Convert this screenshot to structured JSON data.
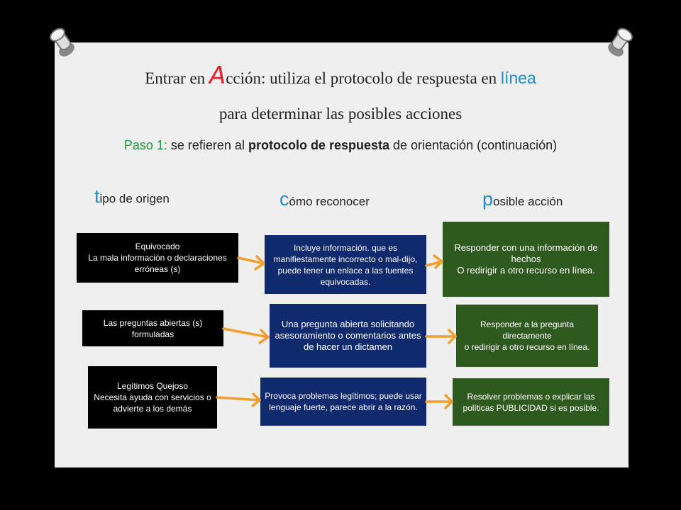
{
  "title": {
    "line1_pre": "Entrar en ",
    "line1_big": "A",
    "line1_mid": "cción: utiliza el protocolo de respuesta en ",
    "line1_blue": "línea",
    "line2": "para determinar las posibles acciones"
  },
  "subtitle": {
    "paso": "Paso 1:",
    "part1": " se refieren al ",
    "bold": "protocolo de respuesta",
    "part2": " de orientación (continuación)"
  },
  "columns": {
    "origin": {
      "cap": "t",
      "rest": "ipo de origen"
    },
    "recognize": {
      "cap": "c",
      "rest": "ómo reconocer"
    },
    "action": {
      "cap": "p",
      "rest": "osible acción"
    }
  },
  "rows": [
    {
      "origin": "Equivocado\nLa mala información o declaraciones erróneas (s)",
      "recognize": "Incluye información. que es manifiestamente incorrecto o mal-dijo, puede tener un enlace a las fuentes equivocadas.",
      "action": "Responder con una información de hechos\nO redirigir a otro recurso en línea."
    },
    {
      "origin": "Las preguntas abiertas (s) formuladas",
      "recognize": "Una pregunta abierta solicitando asesoramiento o comentarios antes de hacer un dictamen",
      "action": "Responder a la pregunta directamente\no redirigir a otro recurso en línea."
    },
    {
      "origin": "Legítimos Quejoso\nNecesita ayuda con servicios o advierte a los demás",
      "recognize": "Provoca problemas legítimos; puede usar lenguaje fuerte, parece abrir a la razón.",
      "action": "Resolver problemas o explicar las políticas PUBLICIDAD si es posible."
    }
  ],
  "colors": {
    "origin_box": "#000000",
    "recognize_box": "#102a6e",
    "action_box": "#2f5a1f",
    "arrow": "#f0a030",
    "accent_blue": "#1a8fd0",
    "accent_red": "#e8202a",
    "accent_green": "#1a9a3a"
  },
  "icons": [
    "pushpin-icon",
    "pushpin-icon"
  ]
}
